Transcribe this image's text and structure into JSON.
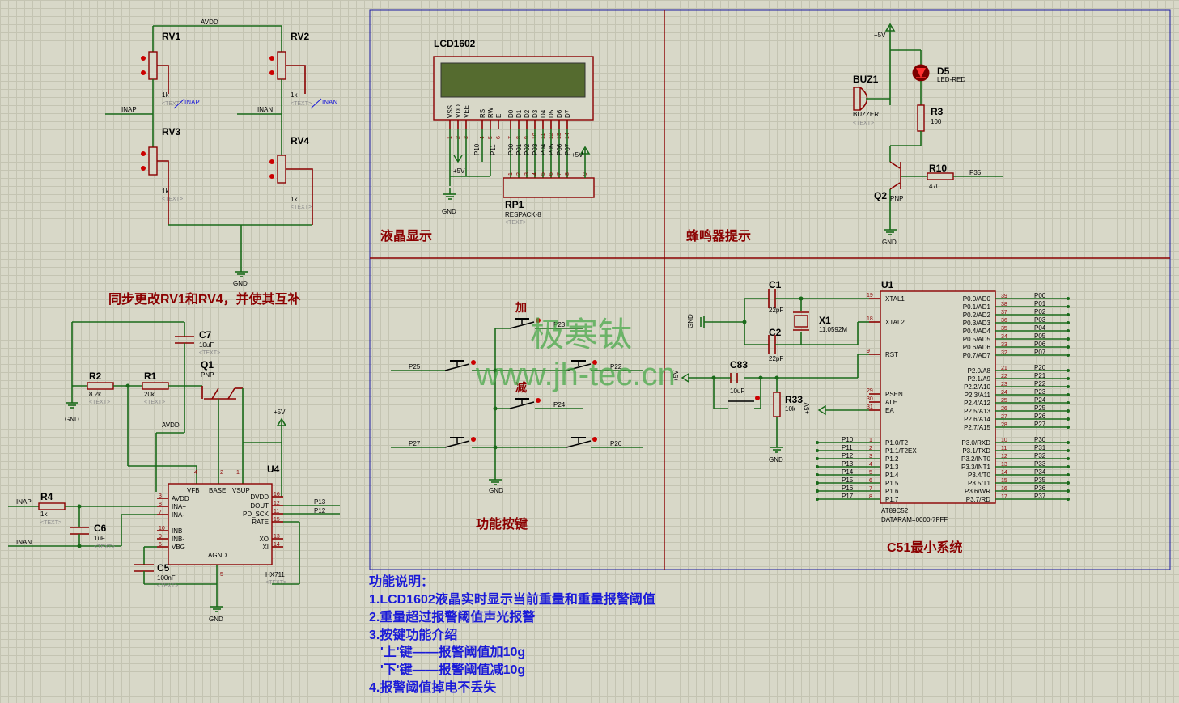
{
  "sections": {
    "lcd": "液晶显示",
    "buzzer": "蜂鸣器提示",
    "keys": "功能按键",
    "mcu": "C51最小系统",
    "note": "同步更改RV1和RV4，并使其互补"
  },
  "watermark": {
    "cn": "极寒钛",
    "url": "www.jh-tec.cn"
  },
  "description": {
    "title": "功能说明：",
    "line1": "1.LCD1602液晶实时显示当前重量和重量报警阈值",
    "line2": "2.重量超过报警阈值声光报警",
    "line3": "3.按键功能介绍",
    "line4": "'上'键——报警阈值加10g",
    "line5": "'下'键——报警阈值减10g",
    "line6": "4.报警阈值掉电不丢失"
  },
  "bridge": {
    "avdd": "AVDD",
    "gnd": "GND",
    "inap": "INAP",
    "inan": "INAN",
    "text": "<TEXT>",
    "rv1": "RV1",
    "rv2": "RV2",
    "rv3": "RV3",
    "rv4": "RV4",
    "val": "1k"
  },
  "lcd": {
    "name": "LCD1602",
    "pins": [
      "VSS",
      "VDD",
      "VEE",
      "RS",
      "RW",
      "E",
      "D0",
      "D1",
      "D2",
      "D3",
      "D4",
      "D5",
      "D6",
      "D7"
    ],
    "pin_nums": [
      "1",
      "2",
      "3",
      "4",
      "5",
      "6",
      "7",
      "8",
      "9",
      "10",
      "11",
      "12",
      "13",
      "14"
    ],
    "ctrl_nets": [
      "P10",
      "P11"
    ],
    "data_nets": [
      "P00",
      "P01",
      "P02",
      "P03",
      "P04",
      "P05",
      "P06",
      "P07"
    ],
    "vcc": "+5V",
    "gnd": "GND",
    "rp": "RP1",
    "rp_val": "RESPACK-8",
    "rp_pins": [
      "1",
      "2",
      "3",
      "4",
      "5",
      "6",
      "7",
      "8",
      "9"
    ]
  },
  "buzzer": {
    "vcc": "+5V",
    "buz": "BUZ1",
    "buz_val": "BUZZER",
    "d5": "D5",
    "d5_val": "LED-RED",
    "r3": "R3",
    "r3_val": "100",
    "r10": "R10",
    "r10_val": "470",
    "net": "P35",
    "q2": "Q2",
    "q2_val": "PNP",
    "gnd": "GND",
    "text": "<TEXT>"
  },
  "keys": {
    "add": "加",
    "sub": "减",
    "nets": [
      "P23",
      "P25",
      "P22",
      "P24",
      "P27",
      "P26"
    ],
    "gnd": "GND"
  },
  "mcu": {
    "name": "U1",
    "part": "AT89C52",
    "dataram": "DATARAM=0000-7FFF",
    "c1": "C1",
    "c2": "C2",
    "c_val": "22pF",
    "x1": "X1",
    "x1_val": "11.0592M",
    "c83": "C83",
    "c83_val": "10uF",
    "r33": "R33",
    "r33_val": "10k",
    "gnd": "GND",
    "vcc": "+5V",
    "left_pins": [
      {
        "num": "19",
        "name": "XTAL1"
      },
      {
        "num": "18",
        "name": "XTAL2"
      },
      {
        "num": "9",
        "name": "RST"
      },
      {
        "num": "29",
        "name": "PSEN"
      },
      {
        "num": "30",
        "name": "ALE"
      },
      {
        "num": "31",
        "name": "EA"
      }
    ],
    "p1_pins": [
      {
        "num": "1",
        "name": "P1.0/T2",
        "net": "P10"
      },
      {
        "num": "2",
        "name": "P1.1/T2EX",
        "net": "P11"
      },
      {
        "num": "3",
        "name": "P1.2",
        "net": "P12"
      },
      {
        "num": "4",
        "name": "P1.3",
        "net": "P13"
      },
      {
        "num": "5",
        "name": "P1.4",
        "net": "P14"
      },
      {
        "num": "6",
        "name": "P1.5",
        "net": "P15"
      },
      {
        "num": "7",
        "name": "P1.6",
        "net": "P16"
      },
      {
        "num": "8",
        "name": "P1.7",
        "net": "P17"
      }
    ],
    "p0_pins": [
      {
        "num": "39",
        "name": "P0.0/AD0",
        "net": "P00"
      },
      {
        "num": "38",
        "name": "P0.1/AD1",
        "net": "P01"
      },
      {
        "num": "37",
        "name": "P0.2/AD2",
        "net": "P02"
      },
      {
        "num": "36",
        "name": "P0.3/AD3",
        "net": "P03"
      },
      {
        "num": "35",
        "name": "P0.4/AD4",
        "net": "P04"
      },
      {
        "num": "34",
        "name": "P0.5/AD5",
        "net": "P05"
      },
      {
        "num": "33",
        "name": "P0.6/AD6",
        "net": "P06"
      },
      {
        "num": "32",
        "name": "P0.7/AD7",
        "net": "P07"
      }
    ],
    "p2_pins": [
      {
        "num": "21",
        "name": "P2.0/A8",
        "net": "P20"
      },
      {
        "num": "22",
        "name": "P2.1/A9",
        "net": "P21"
      },
      {
        "num": "23",
        "name": "P2.2/A10",
        "net": "P22"
      },
      {
        "num": "24",
        "name": "P2.3/A11",
        "net": "P23"
      },
      {
        "num": "25",
        "name": "P2.4/A12",
        "net": "P24"
      },
      {
        "num": "26",
        "name": "P2.5/A13",
        "net": "P25"
      },
      {
        "num": "27",
        "name": "P2.6/A14",
        "net": "P26"
      },
      {
        "num": "28",
        "name": "P2.7/A15",
        "net": "P27"
      }
    ],
    "p3_pins": [
      {
        "num": "10",
        "name": "P3.0/RXD",
        "net": "P30"
      },
      {
        "num": "11",
        "name": "P3.1/TXD",
        "net": "P31"
      },
      {
        "num": "12",
        "name": "P3.2/INT0",
        "net": "P32"
      },
      {
        "num": "13",
        "name": "P3.3/INT1",
        "net": "P33"
      },
      {
        "num": "14",
        "name": "P3.4/T0",
        "net": "P34"
      },
      {
        "num": "15",
        "name": "P3.5/T1",
        "net": "P35"
      },
      {
        "num": "16",
        "name": "P3.6/WR",
        "net": "P36"
      },
      {
        "num": "17",
        "name": "P3.7/RD",
        "net": "P37"
      }
    ]
  },
  "hx711": {
    "name": "U4",
    "part": "HX711",
    "text": "<TEXT>",
    "vcc": "+5V",
    "gnd": "GND",
    "avdd": "AVDD",
    "r1": "R1",
    "r1_val": "20k",
    "r2": "R2",
    "r2_val": "8.2k",
    "r4": "R4",
    "r4_val": "1k",
    "c5": "C5",
    "c5_val": "100nF",
    "c6": "C6",
    "c6_val": "1uF",
    "c7": "C7",
    "c7_val": "10uF",
    "q1": "Q1",
    "q1_val": "PNP",
    "inap": "INAP",
    "inan": "INAN",
    "top_pins": [
      {
        "num": "4",
        "name": "VFB"
      },
      {
        "num": "2",
        "name": "BASE"
      },
      {
        "num": "1",
        "name": "VSUP"
      }
    ],
    "left_pins": [
      {
        "num": "3",
        "name": "AVDD"
      },
      {
        "num": "8",
        "name": "INA+"
      },
      {
        "num": "7",
        "name": "INA-"
      },
      {
        "num": "10",
        "name": "INB+"
      },
      {
        "num": "9",
        "name": "INB-"
      },
      {
        "num": "6",
        "name": "VBG"
      }
    ],
    "right_pins": [
      {
        "num": "16",
        "name": "DVDD"
      },
      {
        "num": "12",
        "name": "DOUT",
        "net": "P13"
      },
      {
        "num": "11",
        "name": "PD_SCK",
        "net": "P12"
      },
      {
        "num": "15",
        "name": "RATE"
      },
      {
        "num": "13",
        "name": "XO"
      },
      {
        "num": "14",
        "name": "XI"
      }
    ],
    "bottom": {
      "num": "5",
      "name": "AGND"
    }
  }
}
